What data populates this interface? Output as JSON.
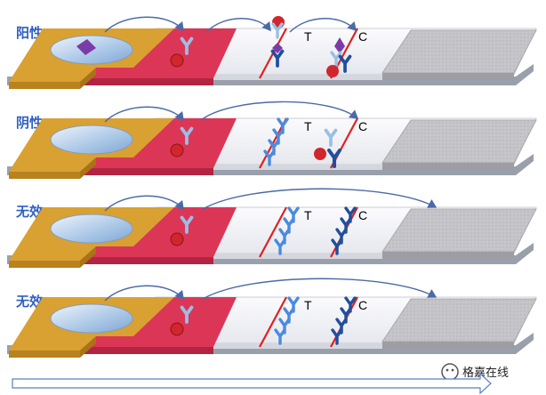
{
  "rows": [
    {
      "label": "阳性",
      "state": "positive"
    },
    {
      "label": "阴性",
      "state": "negative"
    },
    {
      "label": "无效",
      "state": "invalid"
    },
    {
      "label": "无效",
      "state": "invalid"
    }
  ],
  "line_labels": {
    "test": "T",
    "control": "C"
  },
  "watermark": {
    "text": "格嘉在线"
  },
  "colors": {
    "sample_pad": "#d9a132",
    "conjugate_pad": "#dc3656",
    "membrane": "#f4f5f8",
    "absorbent_pad": "#c4c4c8",
    "test_line": "#e02020",
    "control_line": "#e02020",
    "antibody_dark": "#1f4f9e",
    "antibody_light": "#4a8be0",
    "antibody_pale": "#9bbfe6",
    "gold_particle": "#d0262c",
    "antigen": "#7a3ca8",
    "arrow": "#4a6aa8",
    "label_text": "#2f5fc4"
  }
}
